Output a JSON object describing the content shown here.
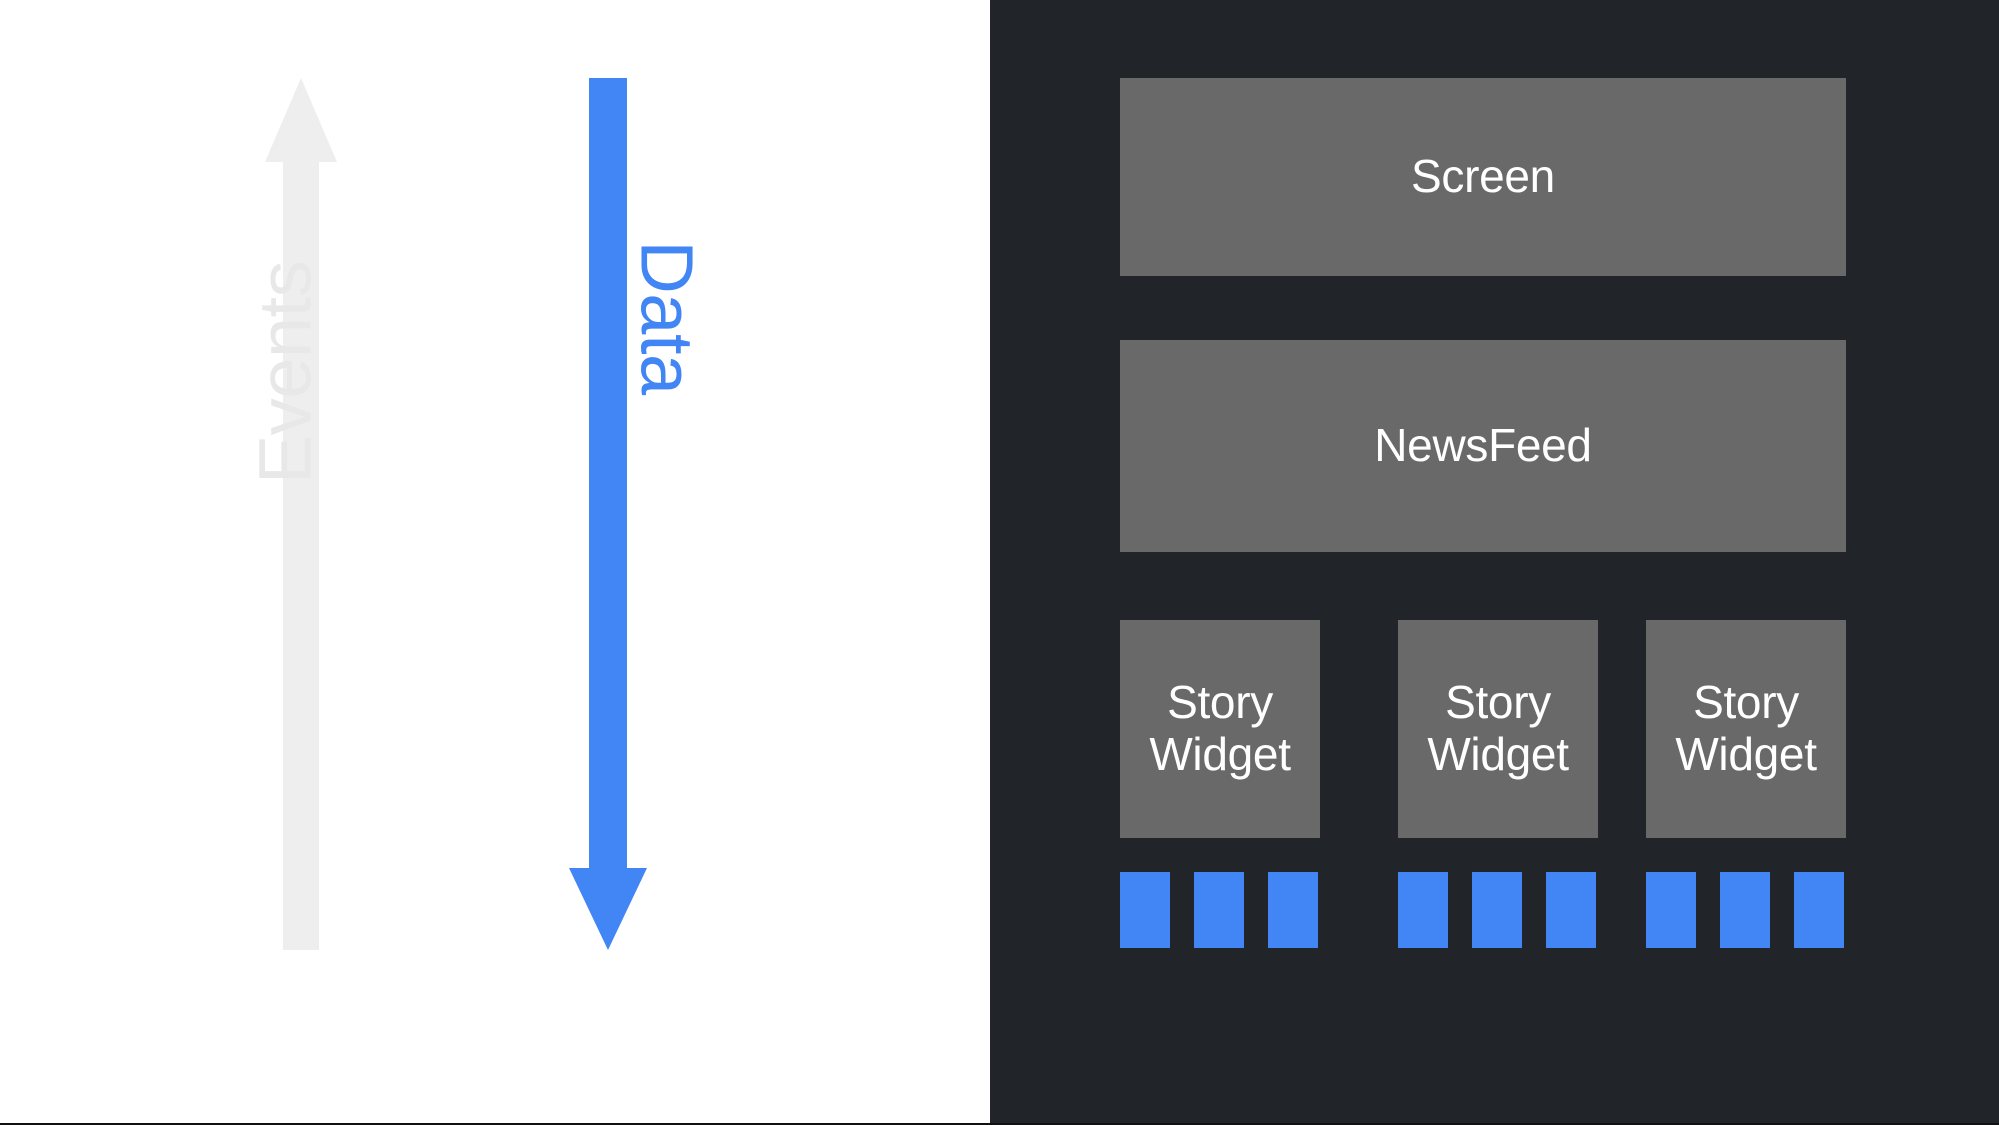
{
  "diagram": {
    "title": "Unidirectional data flow diagram",
    "colors": {
      "light_background": "#ffffff",
      "dark_background": "#212428",
      "component_box": "#696969",
      "accent_blue": "#4285f4",
      "muted_grey": "#e8e8e8",
      "box_text": "#ffffff"
    },
    "flows": [
      {
        "label": "Events",
        "direction": "up",
        "color": "#e8e8e8",
        "orientation": "vertical-rotated-ccw"
      },
      {
        "label": "Data",
        "direction": "down",
        "color": "#4285f4",
        "orientation": "vertical-rotated-cw"
      }
    ],
    "tree": {
      "root": {
        "label": "Screen"
      },
      "middle": {
        "label": "NewsFeed"
      },
      "leaves": [
        {
          "label": "Story\nWidget",
          "line1": "Story",
          "line2": "Widget",
          "markers": 3
        },
        {
          "label": "Story\nWidget",
          "line1": "Story",
          "line2": "Widget",
          "markers": 3
        },
        {
          "label": "Story\nWidget",
          "line1": "Story",
          "line2": "Widget",
          "markers": 3
        }
      ]
    },
    "markers": {
      "name": "blue-marker-block",
      "color": "#4285f4",
      "total_count": 9
    }
  }
}
